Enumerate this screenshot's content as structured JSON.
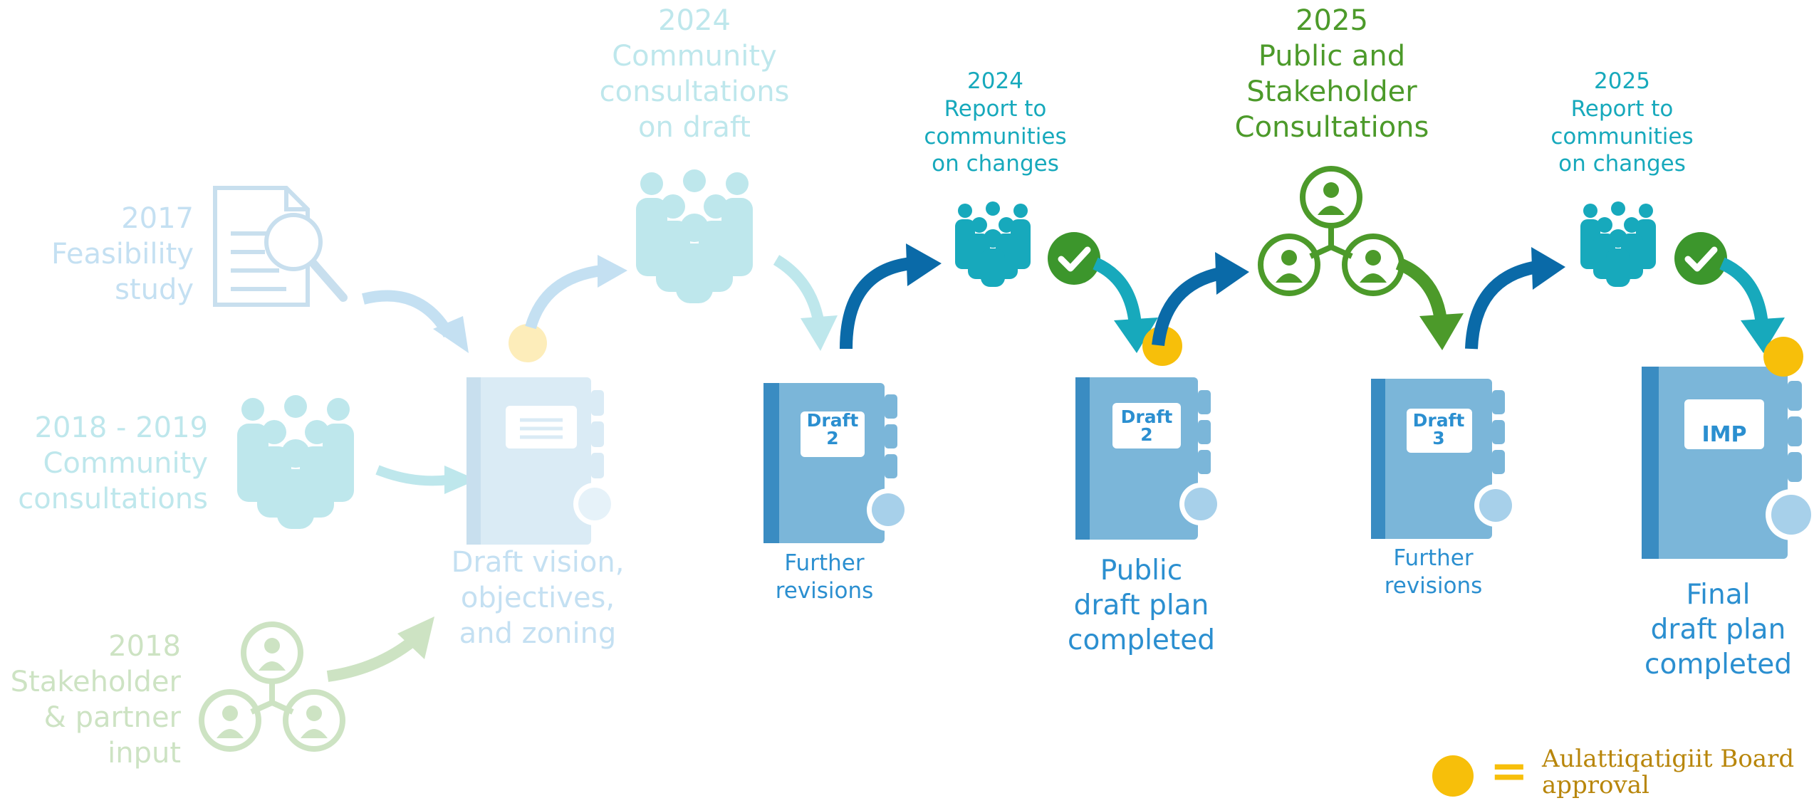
{
  "colors": {
    "blue_text": "#2b8fd0",
    "teal": "#17a9bc",
    "green": "#4c9a2a",
    "book": "#7bb6d9",
    "book_dark": "#3a8cc2",
    "arrow_dark_blue": "#0a6aa8",
    "approval_yellow": "#f7bf0a",
    "legend_text": "#b8860b"
  },
  "faded_stages": {
    "feasibility": {
      "year": "2017",
      "line1": "Feasibility",
      "line2": "study"
    },
    "community_2018": {
      "year": "2018 - 2019",
      "line1": "Community",
      "line2": "consultations"
    },
    "stakeholder_2018": {
      "year": "2018",
      "line1": "Stakeholder",
      "line2": "& partner",
      "line3": "input"
    },
    "community_2024": {
      "year": "2024",
      "line1": "Community",
      "line2": "consultations",
      "line3": "on draft"
    },
    "draft_vision": {
      "line1": "Draft vision,",
      "line2": "objectives,",
      "line3": "and zoning"
    }
  },
  "stages": {
    "report_2024": {
      "year": "2024",
      "line1": "Report to",
      "line2": "communities",
      "line3": "on changes"
    },
    "public_2025": {
      "year": "2025",
      "line1": "Public and",
      "line2": "Stakeholder",
      "line3": "Consultations"
    },
    "report_2025": {
      "year": "2025",
      "line1": "Report to",
      "line2": "communities",
      "line3": "on changes"
    }
  },
  "books": {
    "draft2_revisions": {
      "tab_word": "Draft",
      "tab_num": "2",
      "caption1": "Further",
      "caption2": "revisions"
    },
    "draft2_public": {
      "tab_word": "Draft",
      "tab_num": "2",
      "caption1": "Public",
      "caption2": "draft plan",
      "caption3": "completed"
    },
    "draft3_revisions": {
      "tab_word": "Draft",
      "tab_num": "3",
      "caption1": "Further",
      "caption2": "revisions"
    },
    "final": {
      "tab_word": "IMP",
      "caption1": "Final",
      "caption2": "draft plan",
      "caption3": "completed"
    }
  },
  "legend": {
    "equals": "=",
    "text_line1": "Aulattiqatigiit Board",
    "text_line2": "approval"
  },
  "icons": [
    "document-search-icon",
    "people-group-icon",
    "stakeholder-network-icon",
    "binder-icon",
    "check-circle-icon",
    "curved-arrow-icon",
    "approval-dot-icon"
  ]
}
